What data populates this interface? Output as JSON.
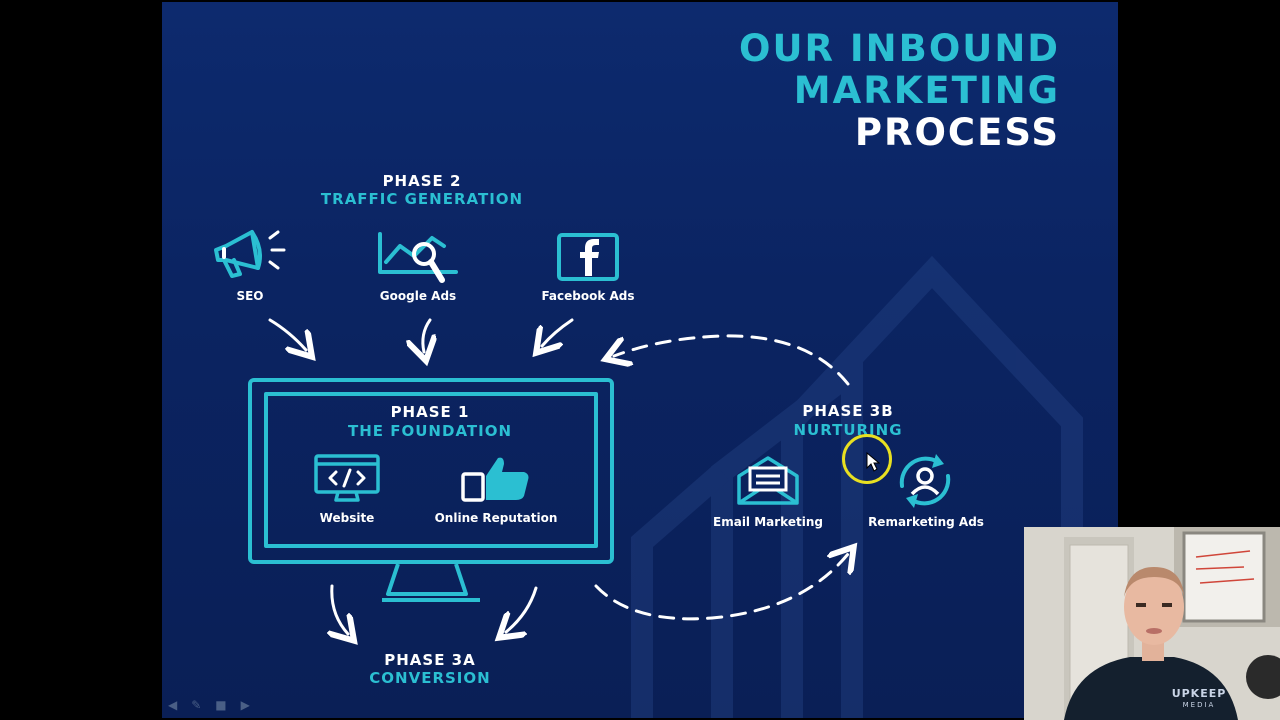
{
  "slide": {
    "title_line1": "OUR INBOUND",
    "title_line2": "MARKETING",
    "title_line3": "PROCESS",
    "phase2": {
      "label": "PHASE 2",
      "name": "TRAFFIC GENERATION"
    },
    "phase1": {
      "label": "PHASE 1",
      "name": "THE FOUNDATION"
    },
    "phase3a": {
      "label": "PHASE 3A",
      "name": "CONVERSION"
    },
    "phase3b": {
      "label": "PHASE 3B",
      "name": "NURTURING"
    },
    "traffic_items": [
      {
        "label": "SEO",
        "icon": "megaphone-icon"
      },
      {
        "label": "Google Ads",
        "icon": "chart-search-icon"
      },
      {
        "label": "Facebook Ads",
        "icon": "facebook-icon"
      }
    ],
    "foundation_items": [
      {
        "label": "Website",
        "icon": "code-monitor-icon"
      },
      {
        "label": "Online Reputation",
        "icon": "thumbs-up-icon"
      }
    ],
    "nurturing_items": [
      {
        "label": "Email Marketing",
        "icon": "email-icon"
      },
      {
        "label": "Remarketing Ads",
        "icon": "remarketing-icon"
      }
    ],
    "colors": {
      "teal": "#2bbfd2",
      "navy": "#0b2462",
      "white": "#ffffff",
      "cursor_highlight": "#e8e021"
    }
  },
  "webcam": {
    "shirt_text": "UPKEEP",
    "shirt_subtext": "MEDIA"
  }
}
